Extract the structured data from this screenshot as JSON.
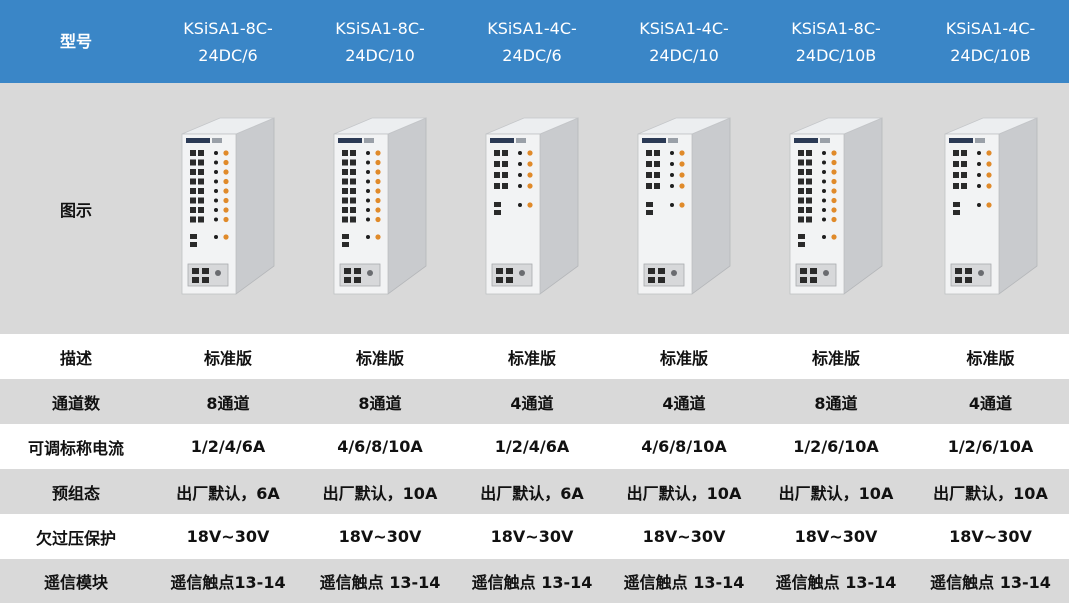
{
  "header": {
    "label": "型号",
    "models": [
      [
        "KSiSA1-8C-",
        "24DC/6"
      ],
      [
        "KSiSA1-8C-",
        "24DC/10"
      ],
      [
        "KSiSA1-4C-",
        "24DC/6"
      ],
      [
        "KSiSA1-4C-",
        "24DC/10"
      ],
      [
        "KSiSA1-8C-",
        "24DC/10B"
      ],
      [
        "KSiSA1-4C-",
        "24DC/10B"
      ]
    ]
  },
  "image_row": {
    "label": "图示",
    "devices": [
      {
        "channels": 8
      },
      {
        "channels": 8
      },
      {
        "channels": 4
      },
      {
        "channels": 4
      },
      {
        "channels": 8
      },
      {
        "channels": 4
      }
    ]
  },
  "rows": [
    {
      "label": "描述",
      "values": [
        "标准版",
        "标准版",
        "标准版",
        "标准版",
        "标准版",
        "标准版"
      ]
    },
    {
      "label": "通道数",
      "values": [
        "8通道",
        "8通道",
        "4通道",
        "4通道",
        "8通道",
        "4通道"
      ]
    },
    {
      "label": "可调标称电流",
      "values": [
        "1/2/4/6A",
        "4/6/8/10A",
        "1/2/4/6A",
        "4/6/8/10A",
        "1/2/6/10A",
        "1/2/6/10A"
      ]
    },
    {
      "label": "预组态",
      "values": [
        "出厂默认，6A",
        "出厂默认，10A",
        "出厂默认，6A",
        "出厂默认，10A",
        "出厂默认，10A",
        "出厂默认，10A"
      ]
    },
    {
      "label": "欠过压保护",
      "values": [
        "18V~30V",
        "18V~30V",
        "18V~30V",
        "18V~30V",
        "18V~30V",
        "18V~30V"
      ]
    },
    {
      "label": "遥信模块",
      "values": [
        "遥信触点13-14",
        "遥信触点 13-14",
        "遥信触点 13-14",
        "遥信触点 13-14",
        "遥信触点 13-14",
        "遥信触点 13-14"
      ]
    }
  ],
  "colors": {
    "header_bg": "#3a86c7",
    "band_gray": "#d9d9d9",
    "accent_orange": "#e08a2a"
  }
}
